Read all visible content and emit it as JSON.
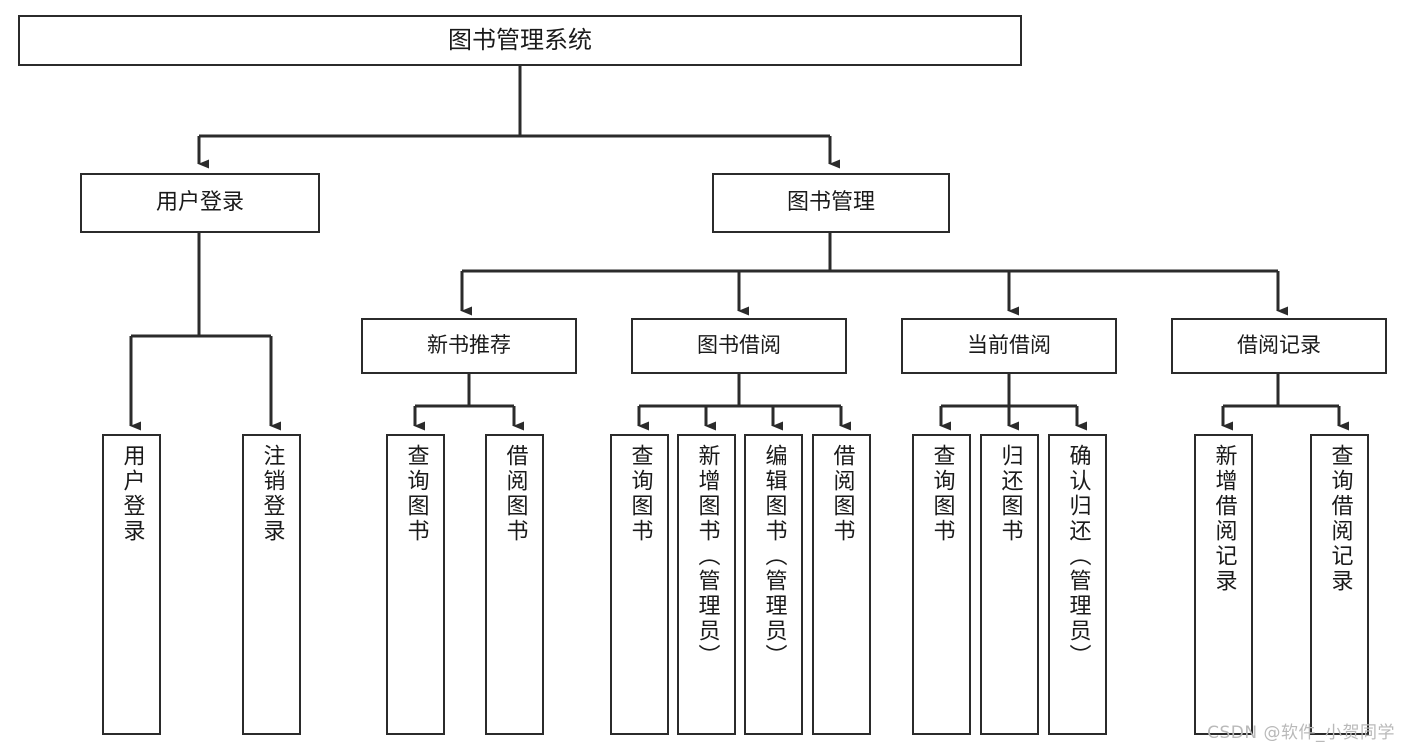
{
  "diagram": {
    "type": "tree-hierarchy",
    "title": "图书管理系统",
    "watermark": "CSDN @软件_小贺同学",
    "colors": {
      "border": "#2b2b2b",
      "background": "#ffffff",
      "text": "#1a1a1a",
      "connector": "#2b2b2b",
      "watermark": "#b9b9b9"
    },
    "root": {
      "label": "图书管理系统"
    },
    "tier1": [
      {
        "label": "用户登录"
      },
      {
        "label": "图书管理"
      }
    ],
    "tier2": [
      {
        "label": "新书推荐"
      },
      {
        "label": "图书借阅"
      },
      {
        "label": "当前借阅"
      },
      {
        "label": "借阅记录"
      }
    ],
    "leaves": {
      "user_login": [
        {
          "label": "用户登录"
        },
        {
          "label": "注销登录"
        }
      ],
      "new_book": [
        {
          "label": "查询图书"
        },
        {
          "label": "借阅图书"
        }
      ],
      "book_borrow": [
        {
          "label": "查询图书"
        },
        {
          "label": "新增图书（管理员）"
        },
        {
          "label": "编辑图书（管理员）"
        },
        {
          "label": "借阅图书"
        }
      ],
      "current_borrow": [
        {
          "label": "查询图书"
        },
        {
          "label": "归还图书"
        },
        {
          "label": "确认归还（管理员）"
        }
      ],
      "borrow_record": [
        {
          "label": "新增借阅记录"
        },
        {
          "label": "查询借阅记录"
        }
      ]
    }
  }
}
